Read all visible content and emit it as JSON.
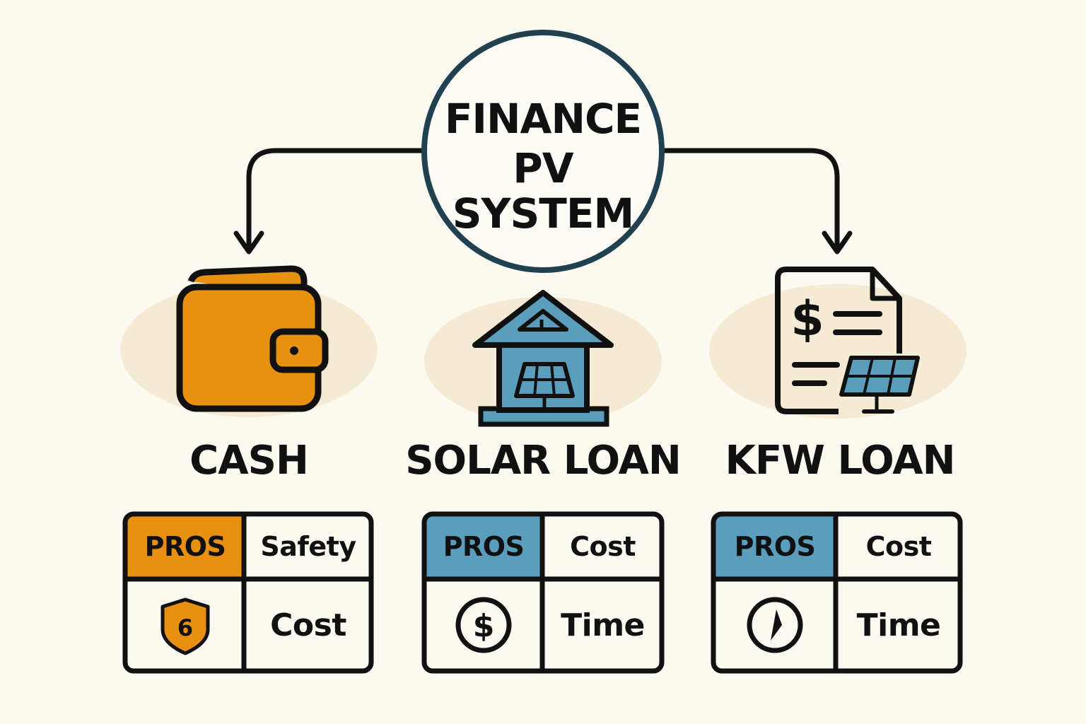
{
  "title": {
    "line1": "FINANCE",
    "line2": "PV SYSTEM"
  },
  "colors": {
    "background": "#fcf9f1",
    "cash_accent": "#e8900f",
    "loan_accent": "#5a9dbd",
    "ring": "#1f4150",
    "halo": "#f5ead3"
  },
  "options": [
    {
      "label": "CASH",
      "icon": "wallet-icon",
      "table": {
        "pros": "PROS",
        "top_right": "Safety",
        "bottom_icon": "shield-icon",
        "bottom_right": "Cost"
      }
    },
    {
      "label": "SOLAR LOAN",
      "icon": "house-solar-icon",
      "table": {
        "pros": "PROS",
        "top_right": "Cost",
        "bottom_icon": "dollar-coin-icon",
        "bottom_right": "Time"
      }
    },
    {
      "label": "KFW LOAN",
      "icon": "loan-document-icon",
      "table": {
        "pros": "PROS",
        "top_right": "Cost",
        "bottom_icon": "compass-icon",
        "bottom_right": "Time"
      }
    }
  ]
}
